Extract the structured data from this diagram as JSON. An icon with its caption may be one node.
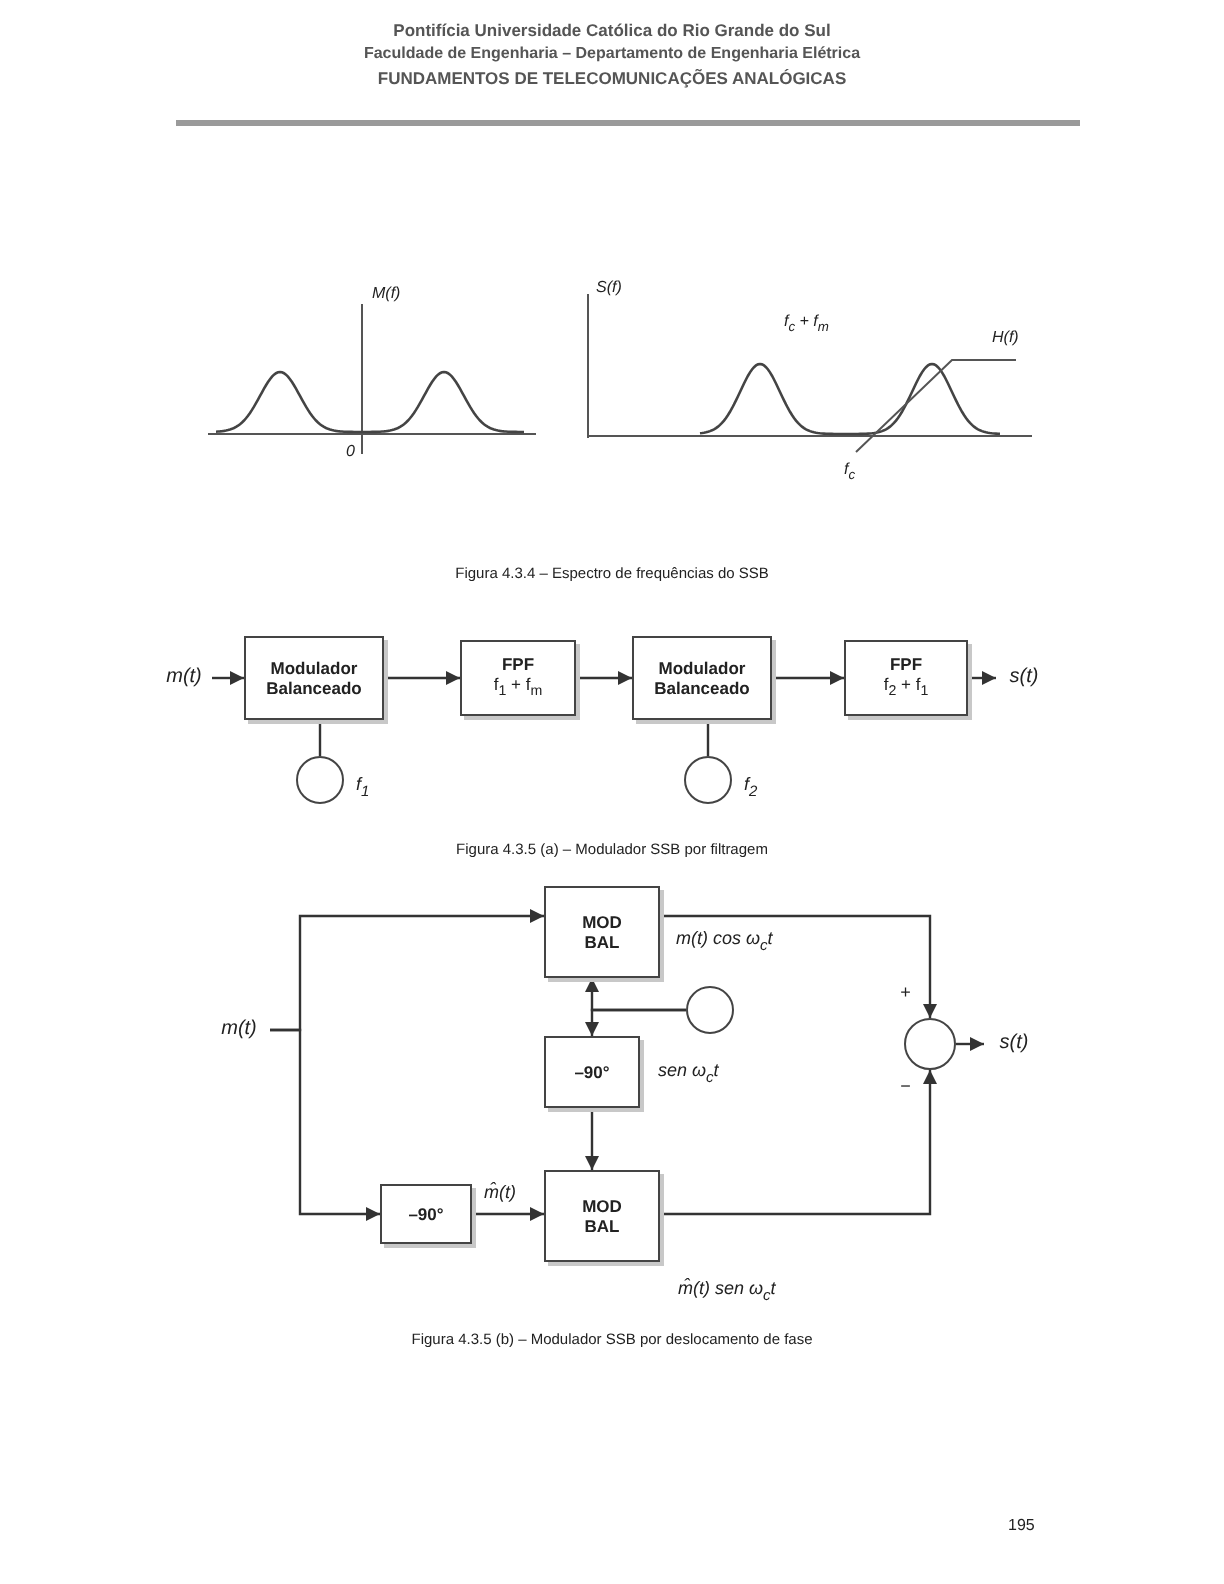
{
  "diagram": {
    "nodes": [
      {
        "text": [
          "m(t)"
        ]
      },
      {
        "text": [
          "Modulador Balanceado"
        ]
      },
      {
        "text": [
          "FPF",
          "f$_{1}$ + f$_{m}$"
        ]
      },
      {
        "text": [
          "Modulador Balanceado"
        ]
      },
      {
        "text": [
          "FPF",
          "f$_{2}$ + f$_{1}$"
        ]
      },
      {
        "text": [
          "s(t)"
        ]
      },
      {
        "text": [],
        "shape": "circle",
        "beside": [
          "f$_{1}$"
        ]
      },
      {
        "text": [],
        "shape": "circle",
        "beside": [
          "f$_{2}$"
        ]
      },
      {
        "text": [
          "MOD BAL"
        ],
        "beside": [
          "m(t) cos ω$_{c}$t"
        ]
      },
      {
        "text": [
          "m(t)"
        ]
      },
      {
        "text": [],
        "shape": "circle"
      },
      {
        "text": [
          "–90°"
        ],
        "beside": [
          "sen ω$_{c}$t"
        ]
      },
      {
        "text": [],
        "shape": "circle",
        "beside": [
          "+",
          "−"
        ]
      },
      {
        "text": [
          "s(t)"
        ]
      },
      {
        "text": [
          "–90°"
        ],
        "beside": [
          "m̂(t)"
        ]
      },
      {
        "text": [
          "MOD BAL"
        ],
        "beside": [
          "m̂(t) sen ω$_{c}$t"
        ]
      }
    ],
    "edges": [
      {
        "from": 0,
        "to": 1,
        "arrow": "to"
      },
      {
        "from": 1,
        "to": 2,
        "arrow": "to"
      },
      {
        "from": 2,
        "to": 3,
        "arrow": "to"
      },
      {
        "from": 3,
        "to": 4,
        "arrow": "to"
      },
      {
        "from": 4,
        "to": 5,
        "arrow": "to"
      },
      {
        "from": 6,
        "to": 1,
        "arrow": "none"
      },
      {
        "from": 7,
        "to": 3,
        "arrow": "none"
      },
      {
        "from": 9,
        "to": 8,
        "arrow": "to"
      },
      {
        "from": 9,
        "to": 14,
        "arrow": "to"
      },
      {
        "from": 10,
        "to": 8,
        "arrow": "to"
      },
      {
        "from": 10,
        "to": 11,
        "arrow": "to"
      },
      {
        "from": 11,
        "to": 15,
        "arrow": "to"
      },
      {
        "from": 14,
        "to": 15,
        "arrow": "to"
      },
      {
        "from": 8,
        "to": 12,
        "arrow": "to"
      },
      {
        "from": 15,
        "to": 12,
        "arrow": "to"
      },
      {
        "from": 12,
        "to": 13,
        "arrow": "to"
      }
    ],
    "labels": [
      "Pontifícia Universidade Católica do Rio Grande do Sul",
      "Faculdade de Engenharia – Departamento de Engenharia Elétrica",
      "FUNDAMENTOS DE TELECOMUNICAÇÕES ANALÓGICAS",
      "M(f)",
      "0",
      "S(f)",
      "f$_{c}$ + f$_{m}$",
      "H(f)",
      "f$_{c}$",
      "Figura 4.3.4 – Espectro de frequências do SSB",
      "Figura 4.3.5 (a) – Modulador SSB por filtragem",
      "Figura 4.3.5 (b) – Modulador SSB por deslocamento de fase",
      "195"
    ]
  }
}
